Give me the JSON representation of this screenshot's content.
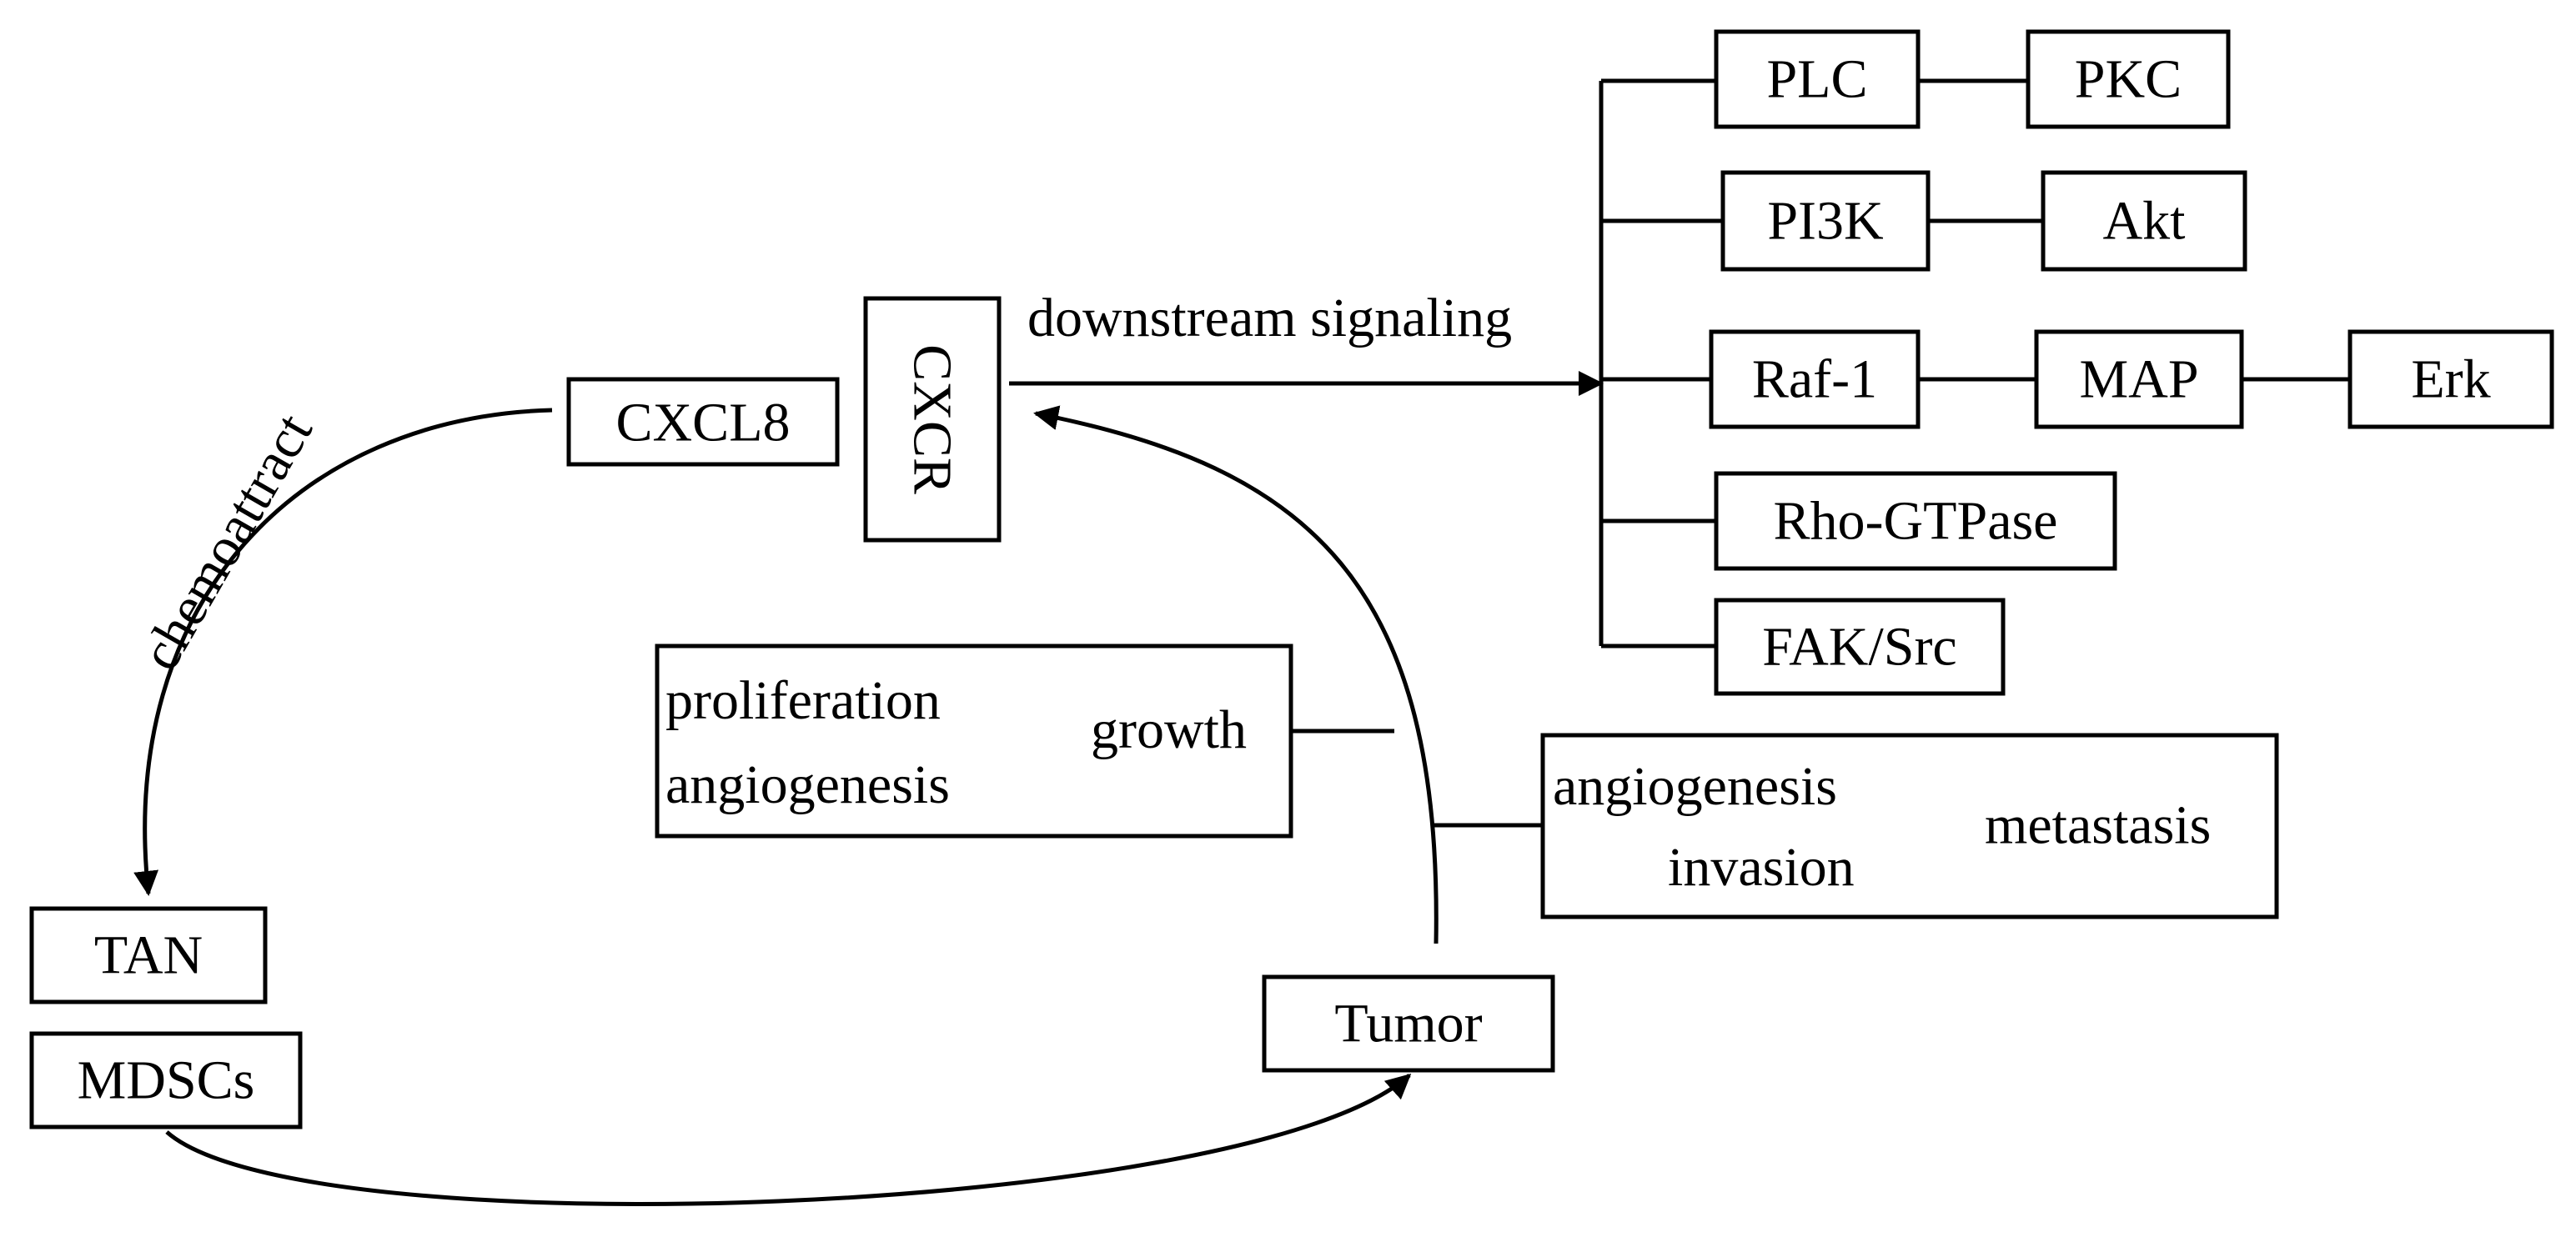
{
  "nodes": {
    "cxcl8": "CXCL8",
    "cxcr": "CXCR",
    "tan": "TAN",
    "mdscs": "MDSCs",
    "tumor": "Tumor",
    "plc": "PLC",
    "pkc": "PKC",
    "pi3k": "PI3K",
    "akt": "Akt",
    "raf1": "Raf-1",
    "map": "MAP",
    "erk": "Erk",
    "rho": "Rho-GTPase",
    "fak": "FAK/Src"
  },
  "labels": {
    "downstream": "downstream signaling",
    "chemoattract": "chemoattract"
  },
  "growth_box": {
    "proliferation": "proliferation",
    "angiogenesis": "angiogenesis",
    "result": "growth"
  },
  "metastasis_box": {
    "angiogenesis": "angiogenesis",
    "invasion": "invasion",
    "result": "metastasis"
  },
  "colors": {
    "stroke": "#000000",
    "background": "#ffffff"
  }
}
